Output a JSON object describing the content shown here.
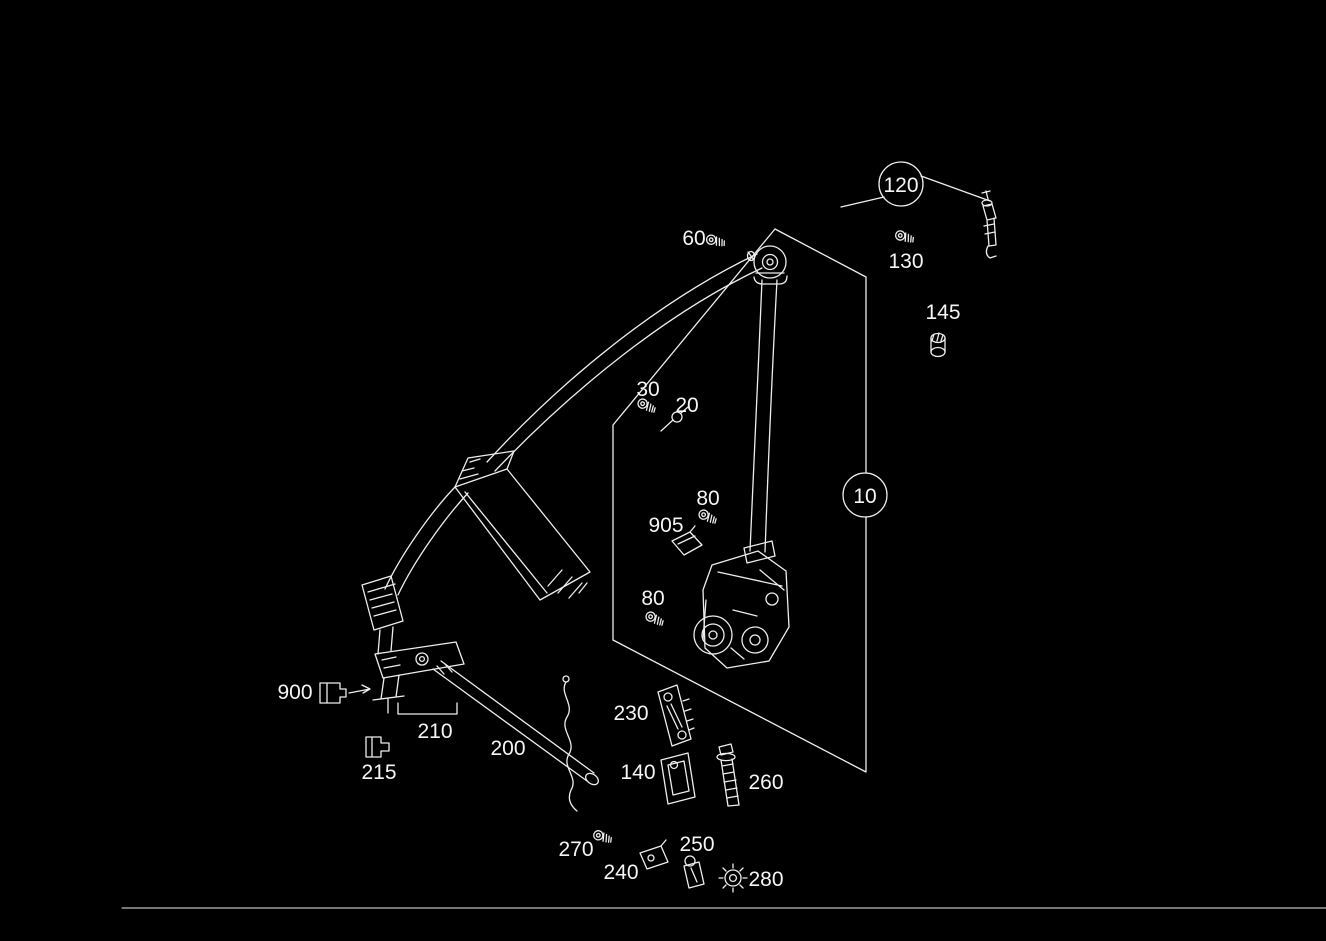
{
  "page": {
    "background": "#000000"
  },
  "diagram": {
    "stroke_color": "#ededed",
    "text_color": "#f5f5f5",
    "labels": {
      "n120": "120",
      "n130": "130",
      "n145": "145",
      "n60": "60",
      "n30": "30",
      "n20": "20",
      "n80a": "80",
      "n905": "905",
      "n80b": "80",
      "n10": "10",
      "n900": "900",
      "n210": "210",
      "n215": "215",
      "n200": "200",
      "n230": "230",
      "n140": "140",
      "n260": "260",
      "n270": "270",
      "n240": "240",
      "n250": "250",
      "n280": "280"
    }
  }
}
